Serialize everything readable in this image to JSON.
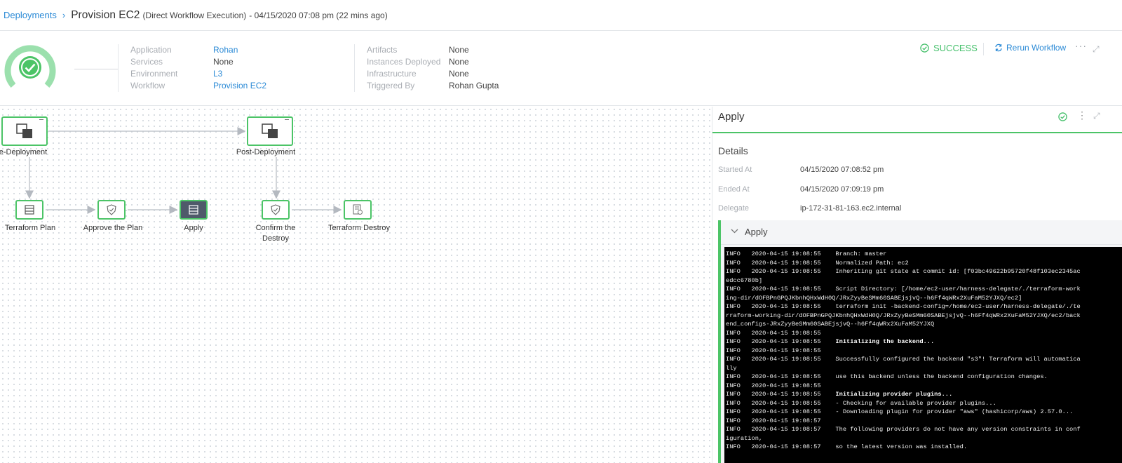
{
  "header": {
    "breadcrumb": "Deployments",
    "title": "Provision EC2",
    "subtitle": "(Direct Workflow Execution)",
    "time": "- 04/15/2020 07:08 pm (22 mins ago)"
  },
  "summary": {
    "col1": [
      {
        "key": "Application",
        "value": "Rohan",
        "link": true
      },
      {
        "key": "Services",
        "value": "None",
        "link": false
      },
      {
        "key": "Environment",
        "value": "L3",
        "link": true
      },
      {
        "key": "Workflow",
        "value": "Provision EC2",
        "link": true
      }
    ],
    "col2": [
      {
        "key": "Artifacts",
        "value": "None"
      },
      {
        "key": "Instances Deployed",
        "value": "None"
      },
      {
        "key": "Infrastructure",
        "value": "None"
      },
      {
        "key": "Triggered By",
        "value": "Rohan Gupta"
      }
    ],
    "status": "SUCCESS",
    "rerun": "Rerun Workflow",
    "more": "···",
    "status_color": "#45c06b"
  },
  "workflow": {
    "nodes": {
      "pre": "e-Deployment",
      "post": "Post-Deployment",
      "plan": "Terraform Plan",
      "approve": "Approve the Plan",
      "apply": "Apply",
      "confirm": "Confirm the Destroy",
      "destroy": "Terraform Destroy"
    }
  },
  "panel": {
    "title": "Apply",
    "details_title": "Details",
    "started_key": "Started At",
    "started_val": "04/15/2020 07:08:52 pm",
    "ended_key": "Ended At",
    "ended_val": "04/15/2020 07:09:19 pm",
    "delegate_key": "Delegate",
    "delegate_val": "ip-172-31-81-163.ec2.internal",
    "section_title": "Apply",
    "log": [
      {
        "t": "INFO   2020-04-15 19:08:55    Branch: master",
        "b": false
      },
      {
        "t": "INFO   2020-04-15 19:08:55    Normalized Path: ec2",
        "b": false
      },
      {
        "t": "INFO   2020-04-15 19:08:55    Inheriting git state at commit id: [f03bc49622b95720f48f103ec2345ac",
        "b": false
      },
      {
        "t": "edcc6780b]",
        "b": false
      },
      {
        "t": "INFO   2020-04-15 19:08:55    Script Directory: [/home/ec2-user/harness-delegate/./terraform-work",
        "b": false
      },
      {
        "t": "ing-dir/dOFBPnGPQJKbnhQHxWdH0Q/JRxZyyBeSMm60SABEjsjvQ--h6Ff4qWRx2XuFaM52YJXQ/ec2]",
        "b": false
      },
      {
        "t": "INFO   2020-04-15 19:08:55    terraform init -backend-config=/home/ec2-user/harness-delegate/./te",
        "b": false
      },
      {
        "t": "rraform-working-dir/dOFBPnGPQJKbnhQHxWdH0Q/JRxZyyBeSMm60SABEjsjvQ--h6Ff4qWRx2XuFaM52YJXQ/ec2/back",
        "b": false
      },
      {
        "t": "end_configs-JRxZyyBeSMm60SABEjsjvQ--h6Ff4qWRx2XuFaM52YJXQ",
        "b": false
      },
      {
        "t": "INFO   2020-04-15 19:08:55",
        "b": false
      },
      {
        "t": "INFO   2020-04-15 19:08:55    ",
        "b": false,
        "bold": "Initializing the backend..."
      },
      {
        "t": "INFO   2020-04-15 19:08:55",
        "b": false
      },
      {
        "t": "INFO   2020-04-15 19:08:55    Successfully configured the backend \"s3\"! Terraform will automatica",
        "b": false
      },
      {
        "t": "lly",
        "b": false
      },
      {
        "t": "INFO   2020-04-15 19:08:55    use this backend unless the backend configuration changes.",
        "b": false
      },
      {
        "t": "INFO   2020-04-15 19:08:55",
        "b": false
      },
      {
        "t": "INFO   2020-04-15 19:08:55    ",
        "b": false,
        "bold": "Initializing provider plugins..."
      },
      {
        "t": "INFO   2020-04-15 19:08:55    - Checking for available provider plugins...",
        "b": false
      },
      {
        "t": "INFO   2020-04-15 19:08:55    - Downloading plugin for provider \"aws\" (hashicorp/aws) 2.57.0...",
        "b": false
      },
      {
        "t": "INFO   2020-04-15 19:08:57",
        "b": false
      },
      {
        "t": "INFO   2020-04-15 19:08:57    The following providers do not have any version constraints in conf",
        "b": false
      },
      {
        "t": "iguration,",
        "b": false
      },
      {
        "t": "INFO   2020-04-15 19:08:57    so the latest version was installed.",
        "b": false
      }
    ]
  },
  "colors": {
    "accent": "#2b8ad6",
    "success": "#4cc467",
    "node_dark": "#4f5a6a"
  }
}
